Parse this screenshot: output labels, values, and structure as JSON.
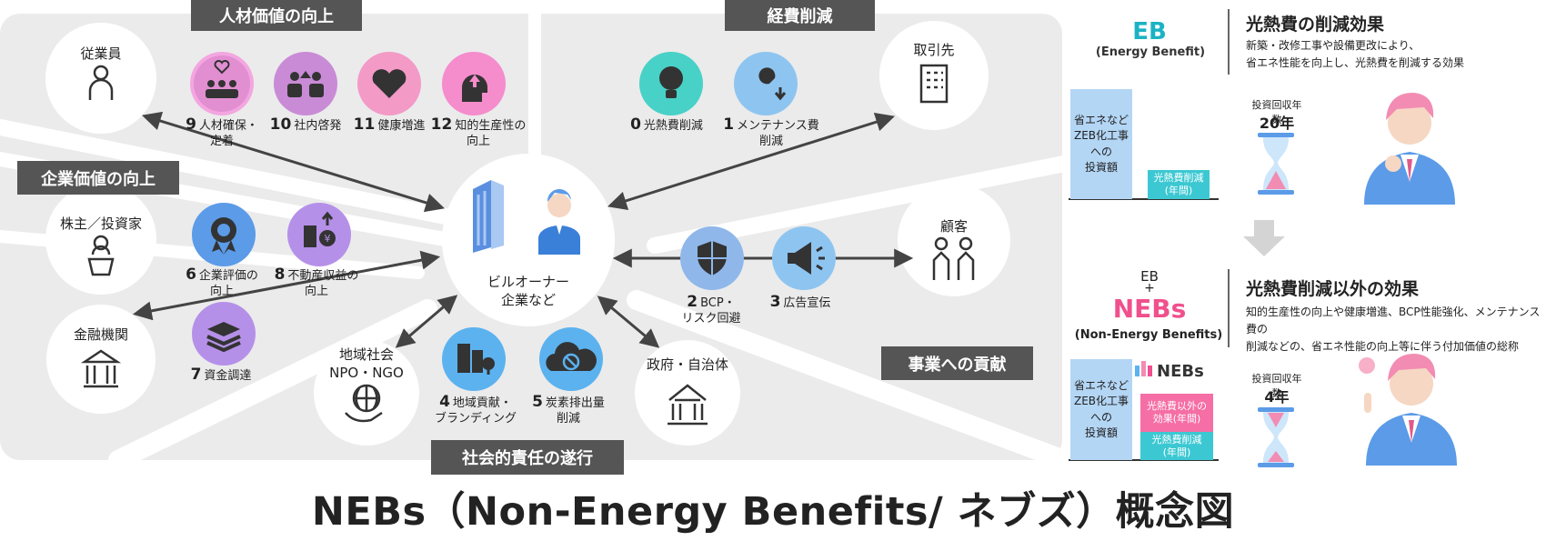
{
  "title": "NEBs（Non-Energy Benefits/ ネブズ）概念図",
  "sections": {
    "jinzai": "人材価値の向上",
    "keihi": "経費削減",
    "kigyou": "企業価値の向上",
    "jigyou": "事業への貢献",
    "shakai": "社会的責任の遂行"
  },
  "center": {
    "line1": "ビルオーナー",
    "line2": "企業など"
  },
  "stakeholders": {
    "employee": "従業員",
    "partner": "取引先",
    "shareholder": "株主／投資家",
    "customer": "顧客",
    "bank": "金融機関",
    "community": {
      "line1": "地域社会",
      "line2": "NPO・NGO"
    },
    "government": "政府・自治体"
  },
  "benefits": [
    {
      "num": "0",
      "l1": "光熱費削減",
      "l2": ""
    },
    {
      "num": "1",
      "l1": "メンテナンス費",
      "l2": "削減"
    },
    {
      "num": "2",
      "l1": "BCP・",
      "l2": "リスク回避"
    },
    {
      "num": "3",
      "l1": "広告宣伝",
      "l2": ""
    },
    {
      "num": "4",
      "l1": "地域貢献・",
      "l2": "ブランディング"
    },
    {
      "num": "5",
      "l1": "炭素排出量",
      "l2": "削減"
    },
    {
      "num": "6",
      "l1": "企業評価の",
      "l2": "向上"
    },
    {
      "num": "7",
      "l1": "資金調達",
      "l2": ""
    },
    {
      "num": "8",
      "l1": "不動産収益の",
      "l2": "向上"
    },
    {
      "num": "9",
      "l1": "人材確保・",
      "l2": "定着"
    },
    {
      "num": "10",
      "l1": "社内啓発",
      "l2": ""
    },
    {
      "num": "11",
      "l1": "健康増進",
      "l2": ""
    },
    {
      "num": "12",
      "l1": "知的生産性の",
      "l2": "向上"
    }
  ],
  "eb": {
    "logo": "EB",
    "sub": "(Energy Benefit)",
    "heading": "光熱費の削減効果",
    "desc1": "新築・改修工事や設備更改により、",
    "desc2": "省エネ性能を向上し、光熱費を削減する効果",
    "invest": {
      "l1": "省エネなど",
      "l2": "ZEB化工事への",
      "l3": "投資額"
    },
    "saving": {
      "l1": "光熱費削減",
      "l2": "(年間)"
    },
    "payback_label": "投資回収年数",
    "payback_value": "20年"
  },
  "nebs": {
    "logo_top": "EB",
    "plus": "+",
    "logo": "NEBs",
    "sub": "(Non-Energy Benefits)",
    "heading": "光熱費削減以外の効果",
    "desc1": "知的生産性の向上や健康増進、BCP性能強化、メンテナンス費の",
    "desc2": "削減などの、省エネ性能の向上等に伴う付加価値の総称",
    "invest": {
      "l1": "省エネなど",
      "l2": "ZEB化工事への",
      "l3": "投資額"
    },
    "other": {
      "l1": "光熱費以外の",
      "l2": "効果(年間)"
    },
    "saving": {
      "l1": "光熱費削減",
      "l2": "(年間)"
    },
    "mini_logo": "NEBs",
    "payback_label": "投資回収年数",
    "payback_value": "4年"
  },
  "colors": {
    "panel": "#ebebeb",
    "tag": "#555555",
    "eb_teal": "#1bb3c4",
    "neb_pink": "#f0508c",
    "bar_blue": "#b4d6f5",
    "bar_teal": "#3cc8d2",
    "bar_pink": "#f56ea5"
  }
}
